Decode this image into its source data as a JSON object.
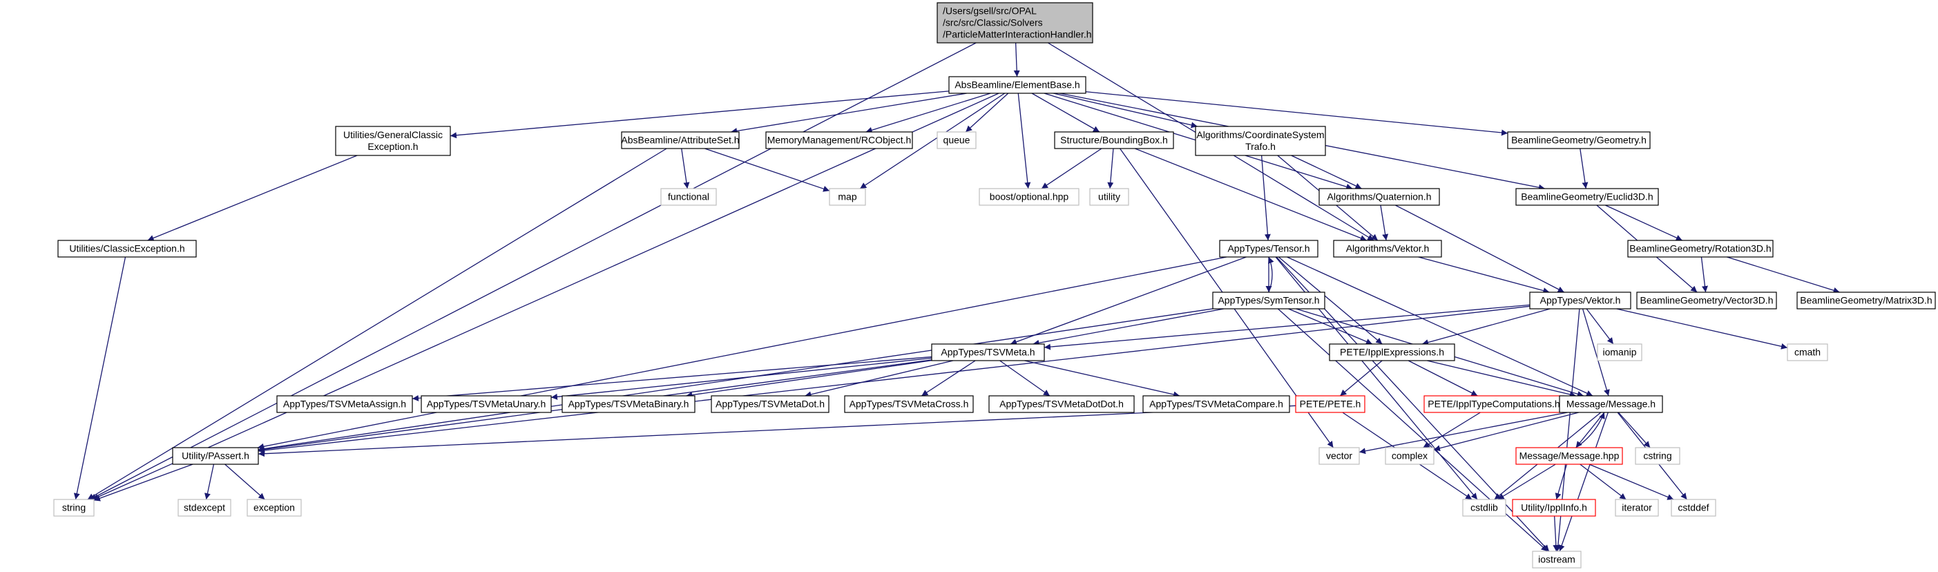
{
  "colors": {
    "edge": "#191970",
    "root_fill": "#bfbfbf",
    "border_normal": "#000000",
    "border_incomplete": "#ff0000",
    "border_external": "#bfbfbf"
  },
  "nodes": [
    {
      "id": "root",
      "kind": "root",
      "lines": [
        "/Users/gsell/src/OPAL",
        "/src/src/Classic/Solvers",
        "/ParticleMatterInteractionHandler.h"
      ]
    },
    {
      "id": "elementbase",
      "kind": "normal",
      "lines": [
        "AbsBeamline/ElementBase.h"
      ]
    },
    {
      "id": "generalclassicexception",
      "kind": "normal",
      "lines": [
        "Utilities/GeneralClassic",
        "Exception.h"
      ]
    },
    {
      "id": "attributeset",
      "kind": "normal",
      "lines": [
        "AbsBeamline/AttributeSet.h"
      ]
    },
    {
      "id": "rcobject",
      "kind": "normal",
      "lines": [
        "MemoryManagement/RCObject.h"
      ]
    },
    {
      "id": "queue",
      "kind": "external",
      "lines": [
        "queue"
      ]
    },
    {
      "id": "boundingbox",
      "kind": "normal",
      "lines": [
        "Structure/BoundingBox.h"
      ]
    },
    {
      "id": "coordinatesystemtrafo",
      "kind": "normal",
      "lines": [
        "Algorithms/CoordinateSystem",
        "Trafo.h"
      ]
    },
    {
      "id": "geometry",
      "kind": "normal",
      "lines": [
        "BeamlineGeometry/Geometry.h"
      ]
    },
    {
      "id": "classicexception",
      "kind": "normal",
      "lines": [
        "Utilities/ClassicException.h"
      ]
    },
    {
      "id": "functional",
      "kind": "external",
      "lines": [
        "functional"
      ]
    },
    {
      "id": "map",
      "kind": "external",
      "lines": [
        "map"
      ]
    },
    {
      "id": "optional",
      "kind": "external",
      "lines": [
        "boost/optional.hpp"
      ]
    },
    {
      "id": "utility",
      "kind": "external",
      "lines": [
        "utility"
      ]
    },
    {
      "id": "quaternion",
      "kind": "normal",
      "lines": [
        "Algorithms/Quaternion.h"
      ]
    },
    {
      "id": "euclid3d",
      "kind": "normal",
      "lines": [
        "BeamlineGeometry/Euclid3D.h"
      ]
    },
    {
      "id": "tensor",
      "kind": "normal",
      "lines": [
        "AppTypes/Tensor.h"
      ]
    },
    {
      "id": "algvektor",
      "kind": "normal",
      "lines": [
        "Algorithms/Vektor.h"
      ]
    },
    {
      "id": "rotation3d",
      "kind": "normal",
      "lines": [
        "BeamlineGeometry/Rotation3D.h"
      ]
    },
    {
      "id": "symtensor",
      "kind": "normal",
      "lines": [
        "AppTypes/SymTensor.h"
      ]
    },
    {
      "id": "appvektor",
      "kind": "normal",
      "lines": [
        "AppTypes/Vektor.h"
      ]
    },
    {
      "id": "vector3d",
      "kind": "normal",
      "lines": [
        "BeamlineGeometry/Vector3D.h"
      ]
    },
    {
      "id": "matrix3d",
      "kind": "normal",
      "lines": [
        "BeamlineGeometry/Matrix3D.h"
      ]
    },
    {
      "id": "iomanip",
      "kind": "external",
      "lines": [
        "iomanip"
      ]
    },
    {
      "id": "cmath",
      "kind": "external",
      "lines": [
        "cmath"
      ]
    },
    {
      "id": "tsvmeta",
      "kind": "normal",
      "lines": [
        "AppTypes/TSVMeta.h"
      ]
    },
    {
      "id": "ipplexpressions",
      "kind": "normal",
      "lines": [
        "PETE/IpplExpressions.h"
      ]
    },
    {
      "id": "tsvassign",
      "kind": "normal",
      "lines": [
        "AppTypes/TSVMetaAssign.h"
      ]
    },
    {
      "id": "tsvunary",
      "kind": "normal",
      "lines": [
        "AppTypes/TSVMetaUnary.h"
      ]
    },
    {
      "id": "tsvbinary",
      "kind": "normal",
      "lines": [
        "AppTypes/TSVMetaBinary.h"
      ]
    },
    {
      "id": "tsvdot",
      "kind": "normal",
      "lines": [
        "AppTypes/TSVMetaDot.h"
      ]
    },
    {
      "id": "tsvcross",
      "kind": "normal",
      "lines": [
        "AppTypes/TSVMetaCross.h"
      ]
    },
    {
      "id": "tsvdotdot",
      "kind": "normal",
      "lines": [
        "AppTypes/TSVMetaDotDot.h"
      ]
    },
    {
      "id": "tsvcompare",
      "kind": "normal",
      "lines": [
        "AppTypes/TSVMetaCompare.h"
      ]
    },
    {
      "id": "pete",
      "kind": "incomplete",
      "lines": [
        "PETE/PETE.h"
      ]
    },
    {
      "id": "ippltypecomp",
      "kind": "incomplete",
      "lines": [
        "PETE/IpplTypeComputations.h"
      ]
    },
    {
      "id": "message",
      "kind": "normal",
      "lines": [
        "Message/Message.h"
      ]
    },
    {
      "id": "passert",
      "kind": "normal",
      "lines": [
        "Utility/PAssert.h"
      ]
    },
    {
      "id": "vector",
      "kind": "external",
      "lines": [
        "vector"
      ]
    },
    {
      "id": "complex",
      "kind": "external",
      "lines": [
        "complex"
      ]
    },
    {
      "id": "messagehpp",
      "kind": "incomplete",
      "lines": [
        "Message/Message.hpp"
      ]
    },
    {
      "id": "cstring",
      "kind": "external",
      "lines": [
        "cstring"
      ]
    },
    {
      "id": "string",
      "kind": "external",
      "lines": [
        "string"
      ]
    },
    {
      "id": "stdexcept",
      "kind": "external",
      "lines": [
        "stdexcept"
      ]
    },
    {
      "id": "exception",
      "kind": "external",
      "lines": [
        "exception"
      ]
    },
    {
      "id": "cstdlib",
      "kind": "external",
      "lines": [
        "cstdlib"
      ]
    },
    {
      "id": "ipplinfo",
      "kind": "incomplete",
      "lines": [
        "Utility/IpplInfo.h"
      ]
    },
    {
      "id": "iterator",
      "kind": "external",
      "lines": [
        "iterator"
      ]
    },
    {
      "id": "cstddef",
      "kind": "external",
      "lines": [
        "cstddef"
      ]
    },
    {
      "id": "iostream",
      "kind": "external",
      "lines": [
        "iostream"
      ]
    }
  ],
  "edges": [
    [
      "root",
      "elementbase"
    ],
    [
      "root",
      "string"
    ],
    [
      "root",
      "algvektor"
    ],
    [
      "elementbase",
      "generalclassicexception"
    ],
    [
      "elementbase",
      "attributeset"
    ],
    [
      "elementbase",
      "rcobject"
    ],
    [
      "elementbase",
      "queue"
    ],
    [
      "elementbase",
      "boundingbox"
    ],
    [
      "elementbase",
      "coordinatesystemtrafo"
    ],
    [
      "elementbase",
      "geometry"
    ],
    [
      "elementbase",
      "map"
    ],
    [
      "elementbase",
      "optional"
    ],
    [
      "elementbase",
      "string"
    ],
    [
      "elementbase",
      "quaternion"
    ],
    [
      "elementbase",
      "euclid3d"
    ],
    [
      "generalclassicexception",
      "classicexception"
    ],
    [
      "classicexception",
      "string"
    ],
    [
      "attributeset",
      "functional"
    ],
    [
      "attributeset",
      "map"
    ],
    [
      "attributeset",
      "string"
    ],
    [
      "boundingbox",
      "optional"
    ],
    [
      "boundingbox",
      "utility"
    ],
    [
      "boundingbox",
      "algvektor"
    ],
    [
      "boundingbox",
      "vector"
    ],
    [
      "coordinatesystemtrafo",
      "tensor"
    ],
    [
      "coordinatesystemtrafo",
      "quaternion"
    ],
    [
      "coordinatesystemtrafo",
      "algvektor"
    ],
    [
      "geometry",
      "euclid3d"
    ],
    [
      "euclid3d",
      "rotation3d"
    ],
    [
      "euclid3d",
      "vector3d"
    ],
    [
      "rotation3d",
      "vector3d"
    ],
    [
      "rotation3d",
      "matrix3d"
    ],
    [
      "quaternion",
      "algvektor"
    ],
    [
      "quaternion",
      "appvektor"
    ],
    [
      "algvektor",
      "appvektor"
    ],
    [
      "tensor",
      "symtensor"
    ],
    [
      "tensor",
      "tsvmeta"
    ],
    [
      "tensor",
      "ipplexpressions"
    ],
    [
      "tensor",
      "message"
    ],
    [
      "tensor",
      "passert"
    ],
    [
      "tensor",
      "iostream"
    ],
    [
      "tensor",
      "cstdlib"
    ],
    [
      "symtensor",
      "tensor"
    ],
    [
      "symtensor",
      "tsvmeta"
    ],
    [
      "symtensor",
      "ipplexpressions"
    ],
    [
      "symtensor",
      "message"
    ],
    [
      "symtensor",
      "passert"
    ],
    [
      "symtensor",
      "iostream"
    ],
    [
      "appvektor",
      "tsvmeta"
    ],
    [
      "appvektor",
      "ipplexpressions"
    ],
    [
      "appvektor",
      "message"
    ],
    [
      "appvektor",
      "passert"
    ],
    [
      "appvektor",
      "iomanip"
    ],
    [
      "appvektor",
      "cmath"
    ],
    [
      "appvektor",
      "iostream"
    ],
    [
      "tsvmeta",
      "tsvassign"
    ],
    [
      "tsvmeta",
      "tsvunary"
    ],
    [
      "tsvmeta",
      "tsvbinary"
    ],
    [
      "tsvmeta",
      "tsvdot"
    ],
    [
      "tsvmeta",
      "tsvcross"
    ],
    [
      "tsvmeta",
      "tsvdotdot"
    ],
    [
      "tsvmeta",
      "tsvcompare"
    ],
    [
      "tsvmeta",
      "passert"
    ],
    [
      "ipplexpressions",
      "pete"
    ],
    [
      "ipplexpressions",
      "ippltypecomp"
    ],
    [
      "ipplexpressions",
      "message"
    ],
    [
      "pete",
      "passert"
    ],
    [
      "pete",
      "cstdlib"
    ],
    [
      "ippltypecomp",
      "complex"
    ],
    [
      "passert",
      "string"
    ],
    [
      "passert",
      "stdexcept"
    ],
    [
      "passert",
      "exception"
    ],
    [
      "message",
      "vector"
    ],
    [
      "message",
      "complex"
    ],
    [
      "message",
      "cstring"
    ],
    [
      "message",
      "messagehpp"
    ],
    [
      "message",
      "cstdlib"
    ],
    [
      "message",
      "cstddef"
    ],
    [
      "message",
      "iostream"
    ],
    [
      "messagehpp",
      "message"
    ],
    [
      "messagehpp",
      "cstdlib"
    ],
    [
      "messagehpp",
      "ipplinfo"
    ],
    [
      "messagehpp",
      "iterator"
    ],
    [
      "messagehpp",
      "cstddef"
    ],
    [
      "ipplinfo",
      "iostream"
    ]
  ]
}
